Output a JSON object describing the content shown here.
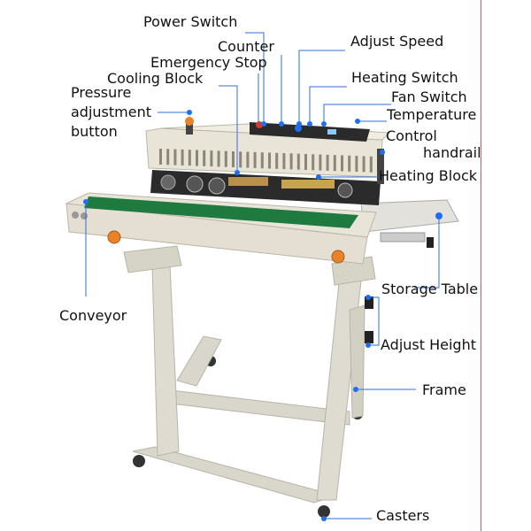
{
  "labels": {
    "power_switch": "Power Switch",
    "counter": "Counter",
    "adjust_speed": "Adjust Speed",
    "emergency_stop": "Emergency Stop",
    "cooling_block": "Cooling Block",
    "heating_switch": "Heating Switch",
    "pressure_adjustment": "Pressure\nadjustment\nbutton",
    "fan_switch": "Fan Switch",
    "temperature": "Temperature",
    "control": "Control",
    "handrail": "handrail",
    "heating_block": "Heating Block",
    "storage_table": "Storage Table",
    "conveyor": "Conveyor",
    "adjust_height": "Adjust Height",
    "frame": "Frame",
    "casters": "Casters"
  },
  "colors": {
    "leader": "#2f6fd6",
    "dot": "#1e6ff0",
    "machine": "#e9e4d8",
    "machine_shade": "#cfc9b9",
    "frame": "#d9d6cb",
    "belt": "#1f7a3f",
    "dark_panel": "#2b2b2b",
    "knob": "#e8832a"
  }
}
